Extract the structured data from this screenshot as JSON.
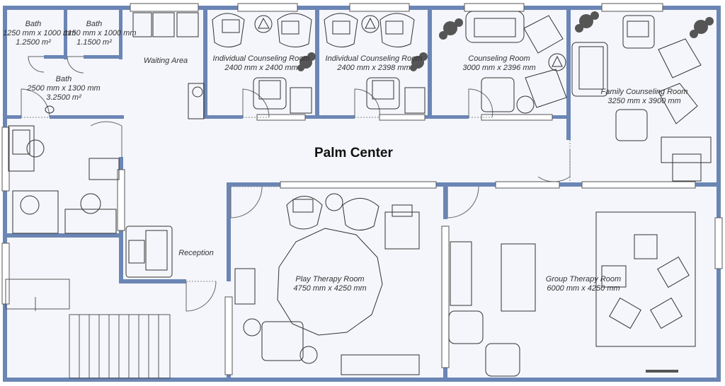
{
  "plan": {
    "title": "Palm Center",
    "colors": {
      "wall": "#6b86b5",
      "floor": "#f4f6fb",
      "line": "#555555"
    }
  },
  "rooms": {
    "bath1": {
      "name": "Bath",
      "size": "1250 mm x 1000 mm",
      "area": "1.2500 m²"
    },
    "bath2": {
      "name": "Bath",
      "size": "1150 mm x 1000 mm",
      "area": "1.1500 m²"
    },
    "bath3": {
      "name": "Bath",
      "size": "2500 mm x 1300 mm",
      "area": "3.2500 m²"
    },
    "waiting": {
      "name": "Waiting Area"
    },
    "ic1": {
      "name": "Individual Counseling Room",
      "size": "2400 mm x 2400 mm"
    },
    "ic2": {
      "name": "Individual Counseling Room",
      "size": "2400 mm x 2398 mm"
    },
    "counseling": {
      "name": "Counseling Room",
      "size": "3000 mm x 2396 mm"
    },
    "family": {
      "name": "Family Counseling Room",
      "size": "3250 mm x 3900 mm"
    },
    "reception": {
      "name": "Reception"
    },
    "play": {
      "name": "Play Therapy Room",
      "size": "4750 mm x 4250 mm"
    },
    "group": {
      "name": "Group Therapy Room",
      "size": "6000 mm x 4250 mm"
    }
  }
}
